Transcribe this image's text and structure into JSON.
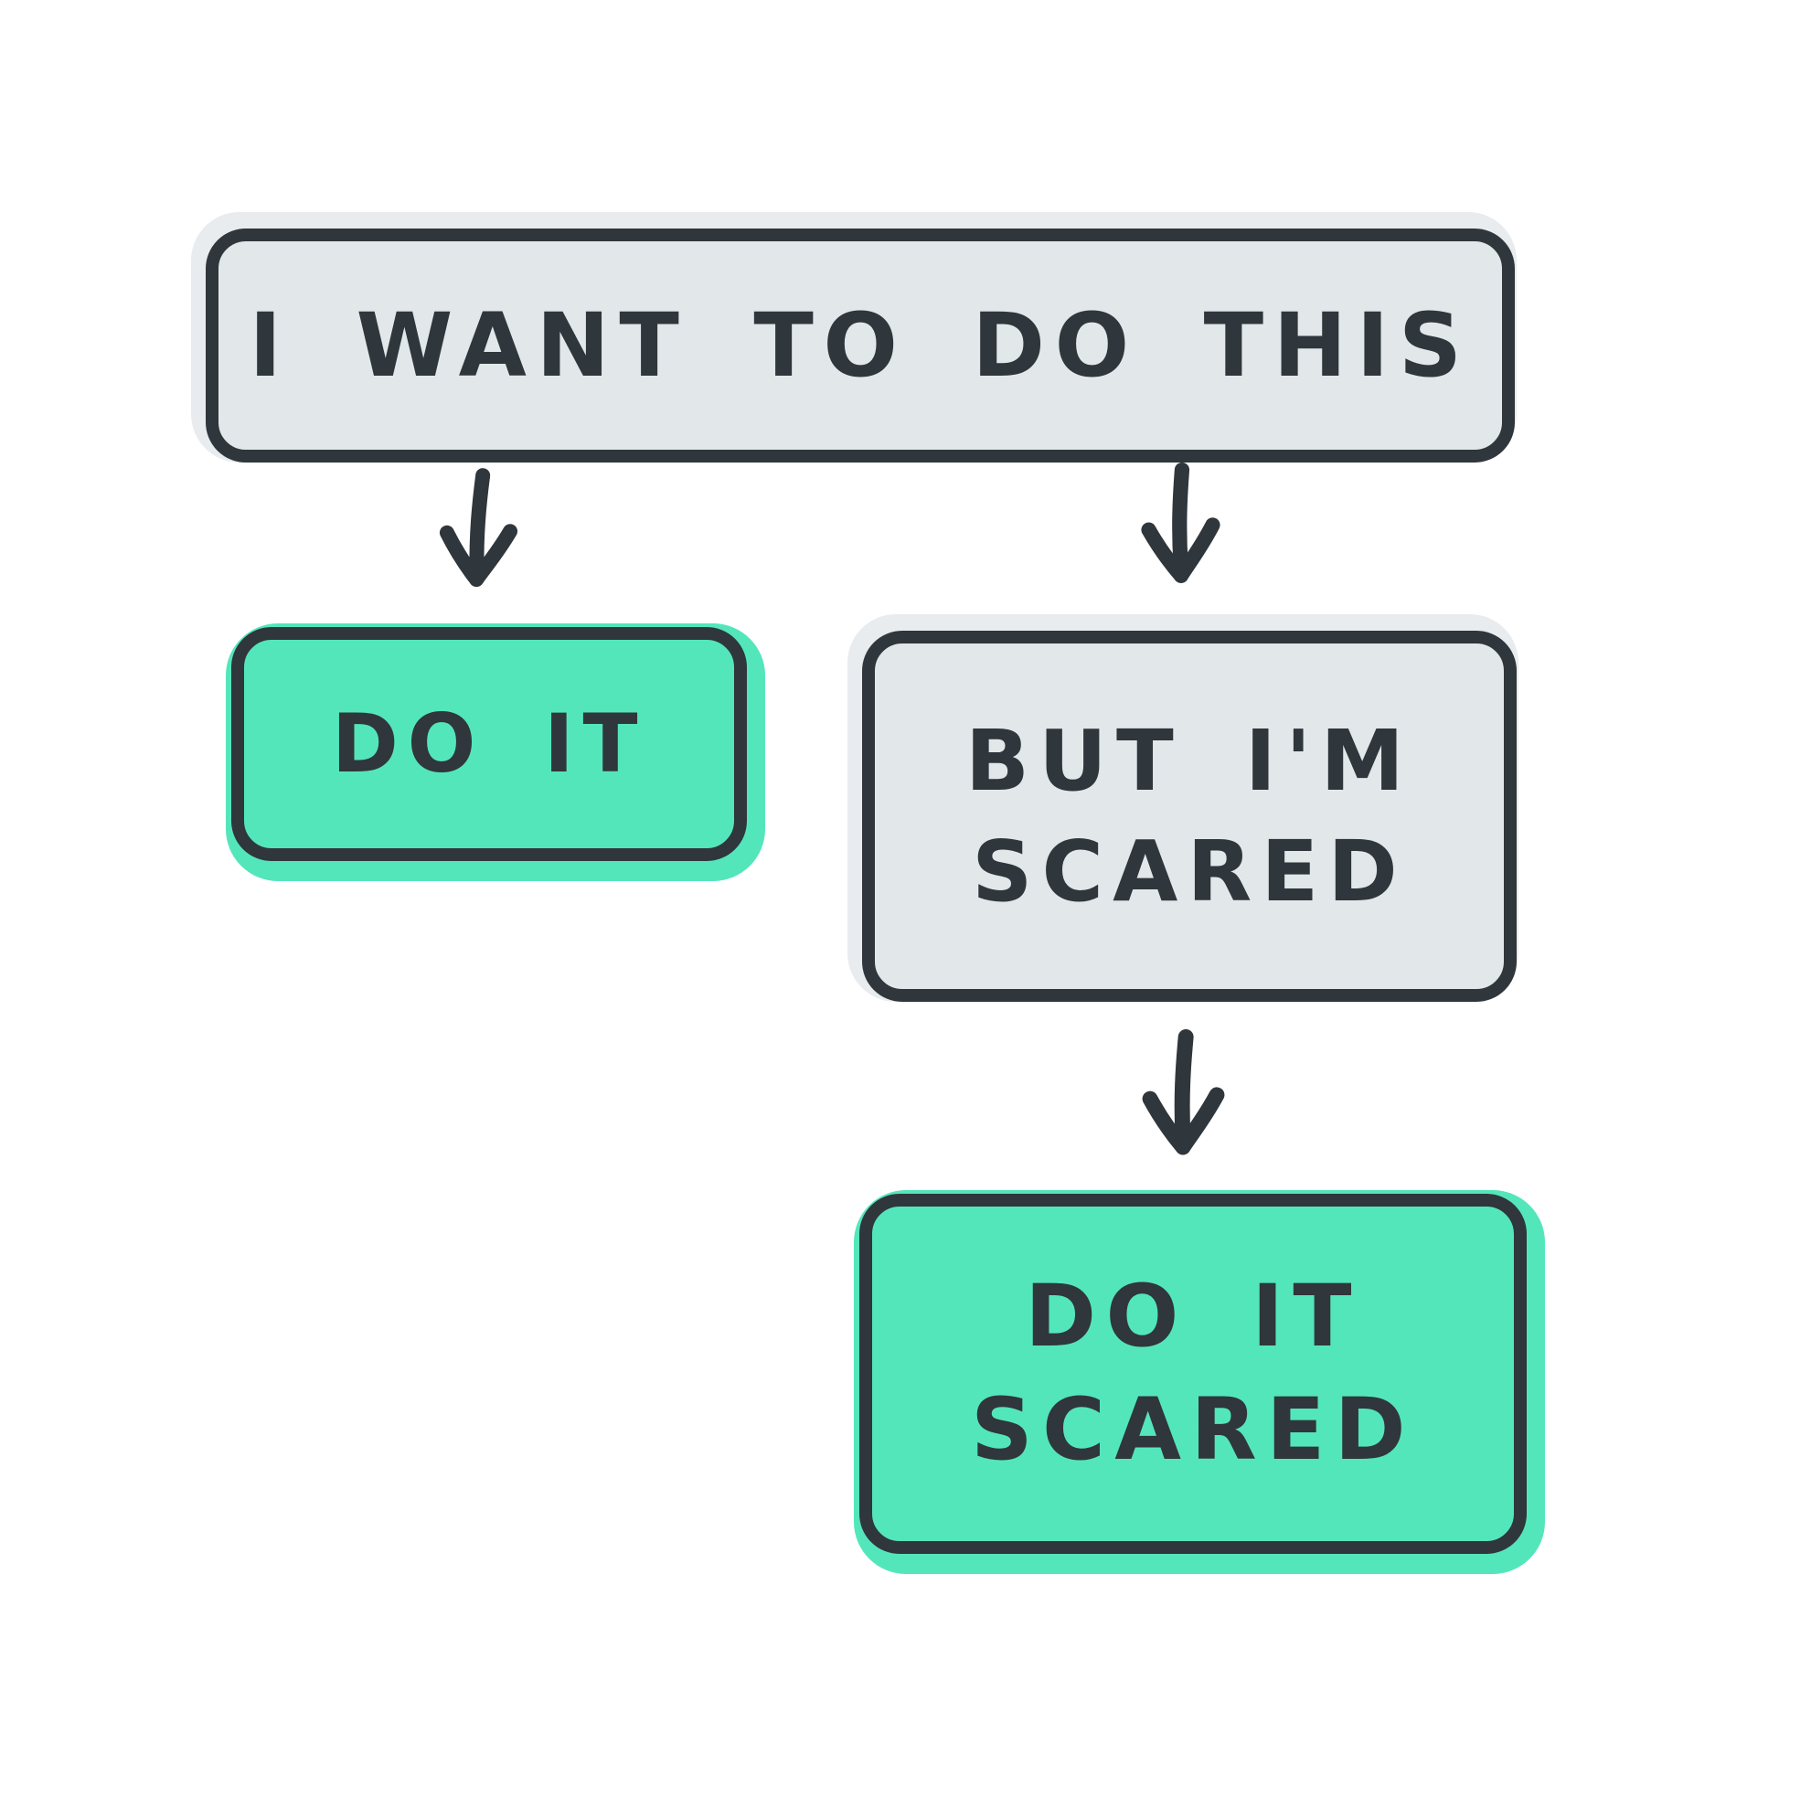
{
  "figure": {
    "type": "flowchart",
    "style": "hand-drawn"
  },
  "colors": {
    "ink": "#2F363C",
    "box_gray": "#E2E7E9",
    "box_gray_shadow": "#E8ECEE",
    "green": "#54E6BB",
    "bg": "#FFFFFF"
  },
  "nodes": {
    "root": {
      "label": "I WANT TO DO THIS",
      "variant": "gray"
    },
    "do_it": {
      "label": "DO IT",
      "variant": "green"
    },
    "but_scared": {
      "line1": "BUT I'M",
      "line2": "SCARED",
      "variant": "gray"
    },
    "do_it_scared": {
      "line1": "DO IT",
      "line2": "SCARED",
      "variant": "green"
    }
  },
  "connections": [
    {
      "from": "root",
      "to": "do_it",
      "arrow": "down"
    },
    {
      "from": "root",
      "to": "but_scared",
      "arrow": "down"
    },
    {
      "from": "but_scared",
      "to": "do_it_scared",
      "arrow": "down"
    }
  ]
}
